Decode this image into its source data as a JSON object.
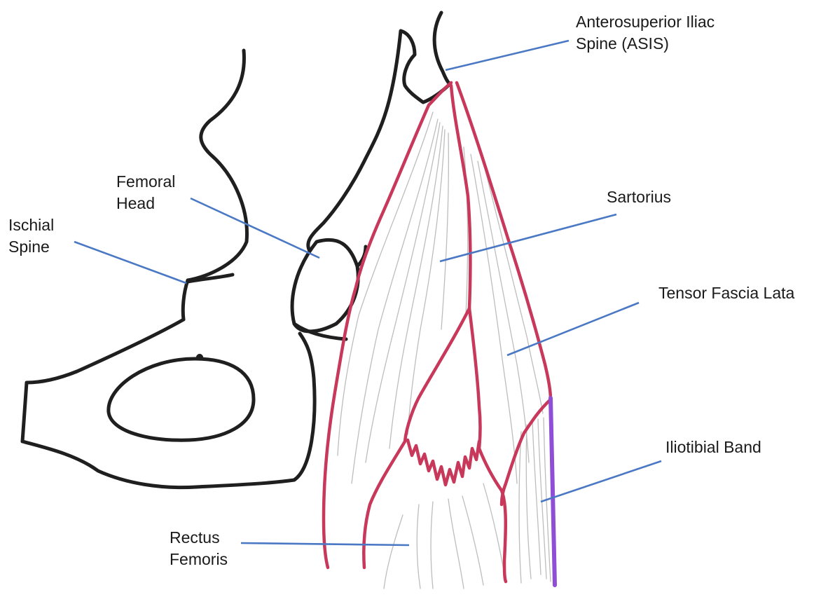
{
  "labels": {
    "asis_line1": "Anterosuperior Iliac",
    "asis_line2": "Spine (ASIS)",
    "femoral_line1": "Femoral",
    "femoral_line2": "Head",
    "ischial_line1": "Ischial",
    "ischial_line2": "Spine",
    "sartorius": "Sartorius",
    "tensor": "Tensor Fascia Lata",
    "iliotibial": "Iliotibial Band",
    "rectus_line1": "Rectus",
    "rectus_line2": "Femoris"
  },
  "colors": {
    "bone_outline": "#1f1f1f",
    "muscle_outline": "#c8385a",
    "iliotibial_band": "#8e4fd6",
    "muscle_fibers": "#bdbdbd",
    "arrows": "#4a78c4"
  }
}
